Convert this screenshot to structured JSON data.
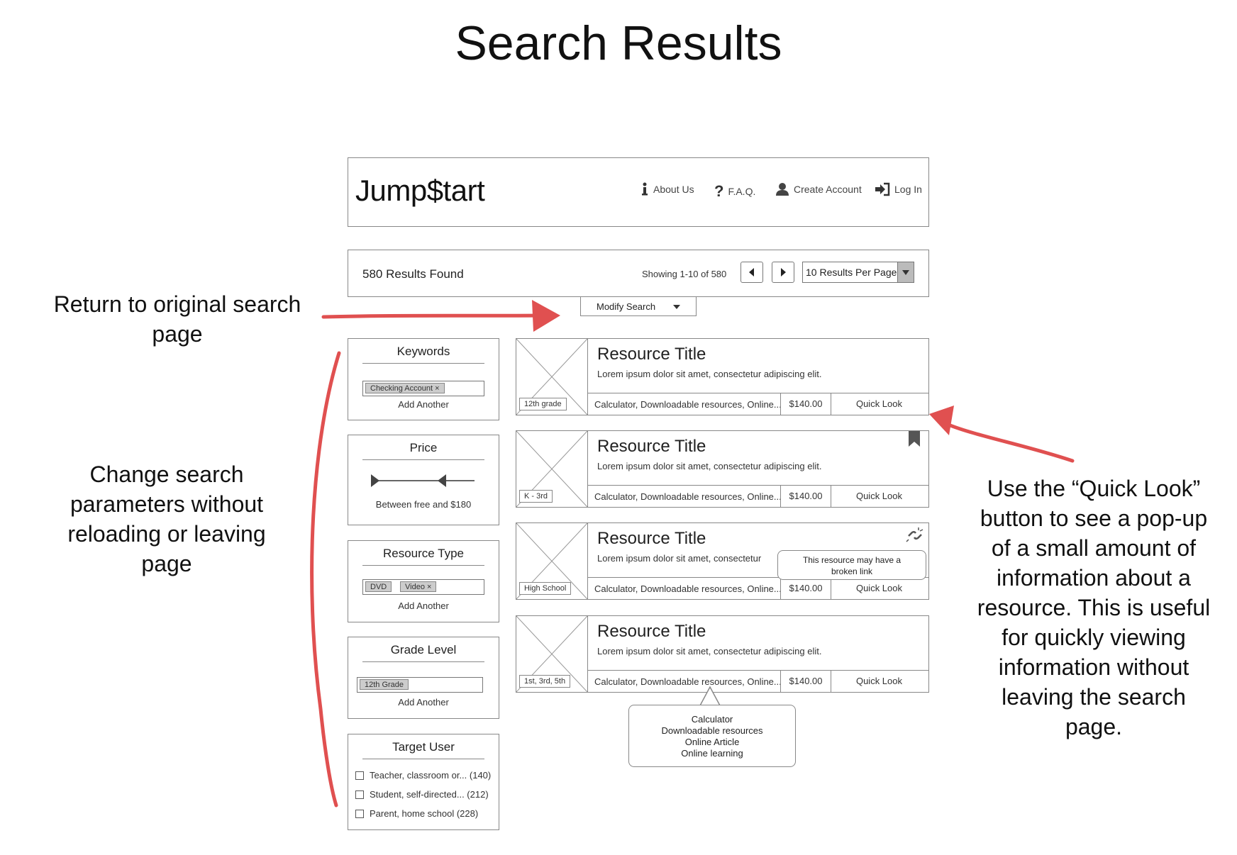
{
  "page_title": "Search Results",
  "header": {
    "logo": "Jump$tart",
    "nav": [
      {
        "label": "About Us",
        "icon": "info-icon"
      },
      {
        "label": "F.A.Q.",
        "icon": "question-icon"
      },
      {
        "label": "Create Account",
        "icon": "user-icon"
      },
      {
        "label": "Log In",
        "icon": "login-icon"
      }
    ]
  },
  "results_bar": {
    "count": "580 Results Found",
    "showing": "Showing 1-10 of 580",
    "per_page": "10 Results Per Page",
    "modify_search": "Modify Search"
  },
  "filters": {
    "keywords": {
      "title": "Keywords",
      "tags": [
        "Checking Account ×"
      ],
      "add": "Add Another"
    },
    "price": {
      "title": "Price",
      "range_text": "Between free and $180"
    },
    "resource_type": {
      "title": "Resource Type",
      "tags": [
        "DVD",
        "Video ×"
      ],
      "add": "Add Another"
    },
    "grade_level": {
      "title": "Grade Level",
      "tags": [
        "12th Grade"
      ],
      "add": "Add Another"
    },
    "target_user": {
      "title": "Target User",
      "options": [
        "Teacher, classroom or... (140)",
        "Student, self-directed... (212)",
        "Parent, home school (228)"
      ]
    }
  },
  "results": [
    {
      "title": "Resource Title",
      "desc": "Lorem ipsum dolor sit amet, consectetur adipiscing elit.",
      "grade": "12th grade",
      "cats": "Calculator, Downloadable resources, Online...",
      "price": "$140.00",
      "quick_look": "Quick Look"
    },
    {
      "title": "Resource Title",
      "desc": "Lorem ipsum dolor sit amet, consectetur adipiscing elit.",
      "grade": "K - 3rd",
      "cats": "Calculator, Downloadable resources, Online...",
      "price": "$140.00",
      "quick_look": "Quick Look",
      "icon": "bookmark-icon"
    },
    {
      "title": "Resource Title",
      "desc": "Lorem ipsum dolor sit amet, consectetur",
      "grade": "High School",
      "cats": "Calculator, Downloadable resources, Online...",
      "price": "$140.00",
      "quick_look": "Quick Look",
      "icon": "broken-link-icon"
    },
    {
      "title": "Resource Title",
      "desc": "Lorem ipsum dolor sit amet, consectetur adipiscing elit.",
      "grade": "1st, 3rd, 5th",
      "cats": "Calculator, Downloadable resources, Online...",
      "price": "$140.00",
      "quick_look": "Quick Look"
    }
  ],
  "broken_link_tooltip": {
    "line1": "This resource may have a",
    "line2": "broken link"
  },
  "categories_tooltip": [
    "Calculator",
    "Downloadable resources",
    "Online Article",
    "Online learning"
  ],
  "annotations": {
    "return": [
      "Return to original search",
      "page"
    ],
    "change": [
      "Change search",
      "parameters without",
      "reloading or leaving",
      "page"
    ],
    "quicklook": [
      "Use the “Quick Look”",
      "button to see a pop-up",
      "of a small amount of",
      "information about a",
      "resource. This is useful",
      "for quickly viewing",
      "information without",
      "leaving the search",
      "page."
    ]
  },
  "colors": {
    "annotation_arrow": "#e05050",
    "wire_border": "#888888"
  }
}
